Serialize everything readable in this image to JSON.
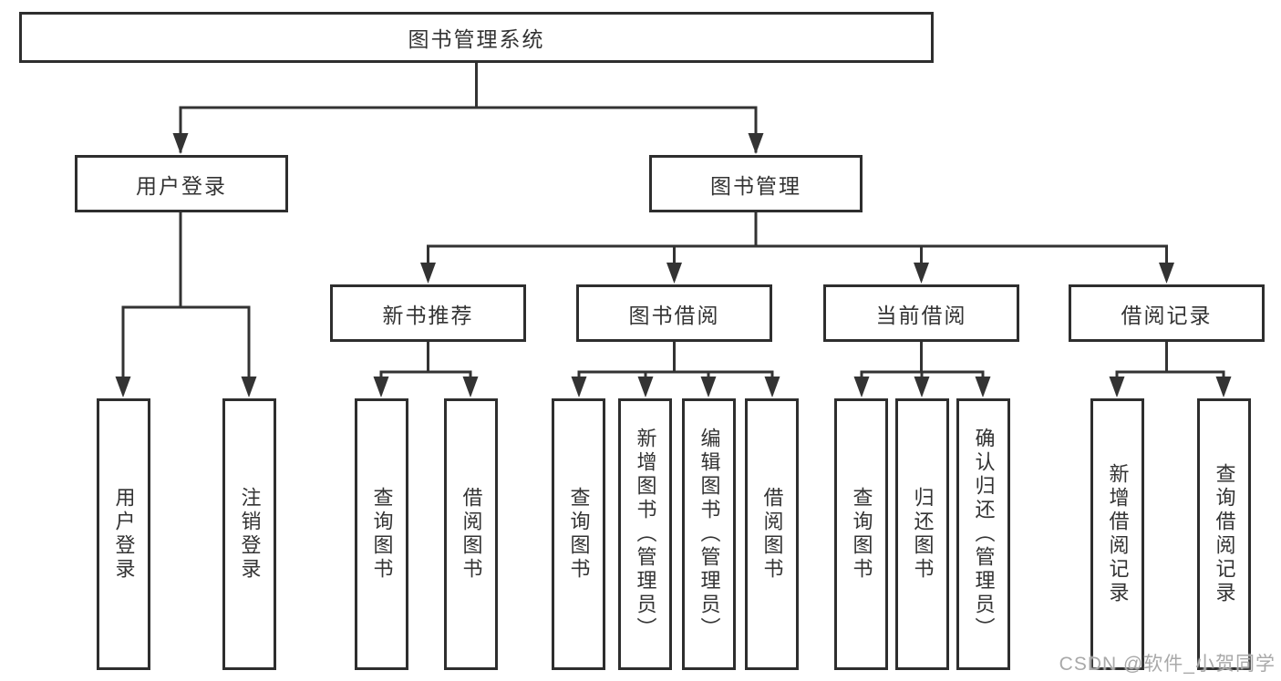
{
  "diagram_title": "图书管理系统",
  "nodes": {
    "root": {
      "label": "图书管理系统"
    },
    "level2": [
      {
        "label": "用户登录"
      },
      {
        "label": "图书管理"
      }
    ],
    "level3": [
      {
        "label": "新书推荐"
      },
      {
        "label": "图书借阅"
      },
      {
        "label": "当前借阅"
      },
      {
        "label": "借阅记录"
      }
    ],
    "leaves": [
      {
        "parent": "用户登录",
        "label": "用户登录"
      },
      {
        "parent": "用户登录",
        "label": "注销登录"
      },
      {
        "parent": "新书推荐",
        "label": "查询图书"
      },
      {
        "parent": "新书推荐",
        "label": "借阅图书"
      },
      {
        "parent": "图书借阅",
        "label": "查询图书"
      },
      {
        "parent": "图书借阅",
        "label": "新增图书（管理员）"
      },
      {
        "parent": "图书借阅",
        "label": "编辑图书（管理员）"
      },
      {
        "parent": "图书借阅",
        "label": "借阅图书"
      },
      {
        "parent": "当前借阅",
        "label": "查询图书"
      },
      {
        "parent": "当前借阅",
        "label": "归还图书"
      },
      {
        "parent": "当前借阅",
        "label": "确认归还（管理员）"
      },
      {
        "parent": "借阅记录",
        "label": "新增借阅记录"
      },
      {
        "parent": "借阅记录",
        "label": "查询借阅记录"
      }
    ]
  },
  "watermark": {
    "text": "CSDN @软件_小贺同学"
  },
  "colors": {
    "line": "#333333",
    "box_border": "#2e2e2e",
    "box_bg": "#ffffff",
    "text": "#333333",
    "watermark": "#a9a9a9",
    "background": "#ffffff"
  }
}
